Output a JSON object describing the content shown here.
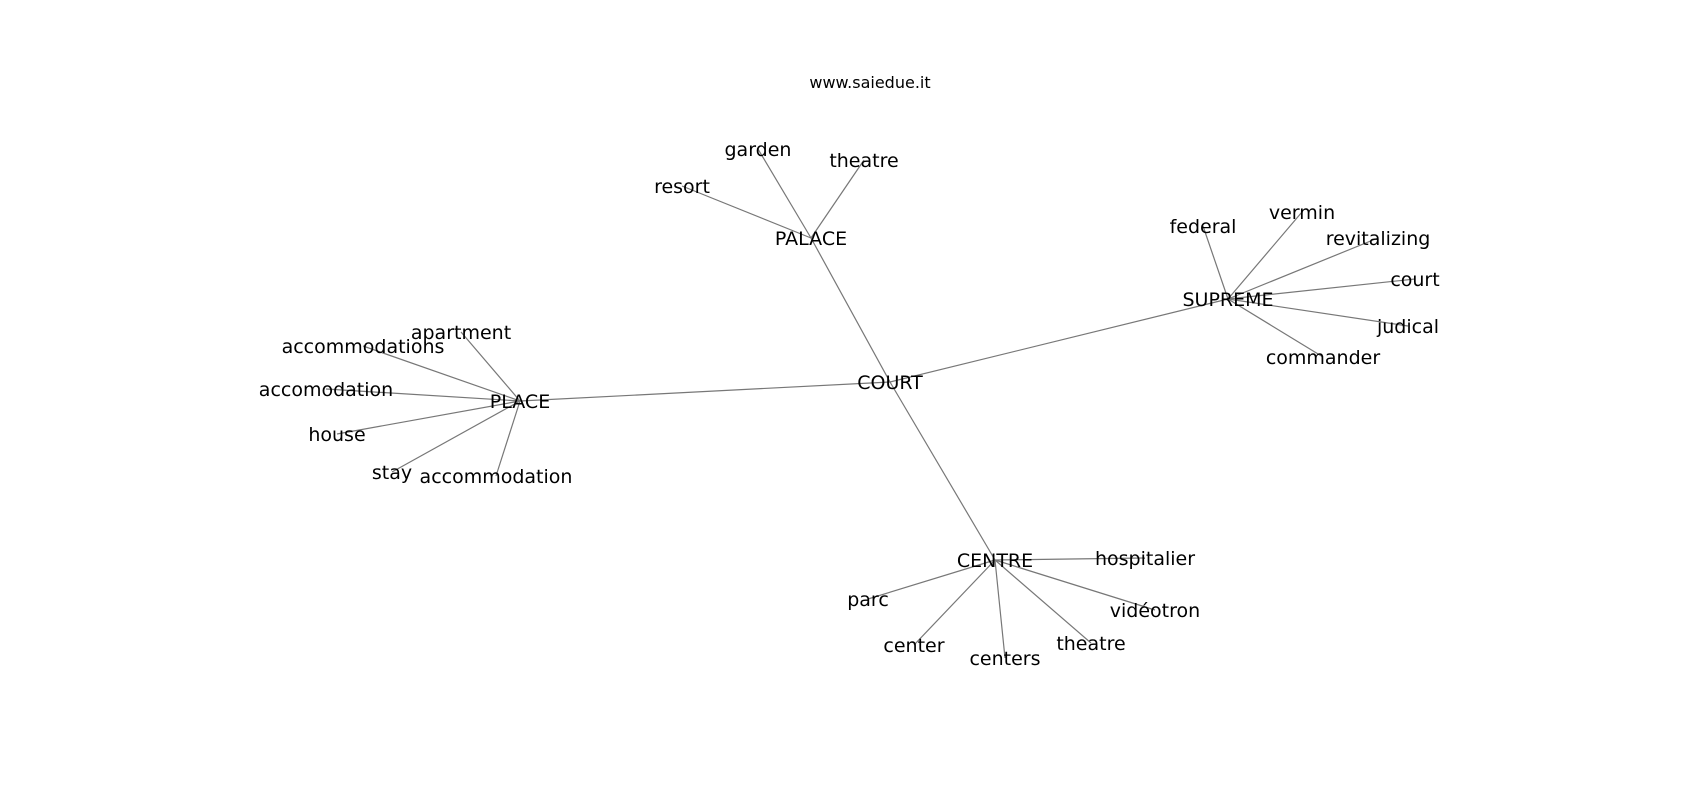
{
  "watermark": "www.saiedue.it",
  "root": "COURT",
  "hubs": [
    {
      "id": "supreme",
      "label": "SUPREME",
      "leaves": [
        "federal",
        "vermin",
        "revitalizing",
        "court",
        "judical",
        "commander"
      ]
    },
    {
      "id": "place",
      "label": "PLACE",
      "leaves": [
        "apartment",
        "accommodations",
        "accomodation",
        "house",
        "stay",
        "accommodation"
      ]
    },
    {
      "id": "palace",
      "label": "PALACE",
      "leaves": [
        "garden",
        "theatre",
        "resort"
      ]
    },
    {
      "id": "centre",
      "label": "CENTRE",
      "leaves": [
        "hospitalier",
        "parc",
        "vidéotron",
        "center",
        "centers",
        "theatre"
      ]
    }
  ],
  "colors": {
    "edge": "#777777",
    "text": "#000000",
    "background": "#ffffff"
  }
}
